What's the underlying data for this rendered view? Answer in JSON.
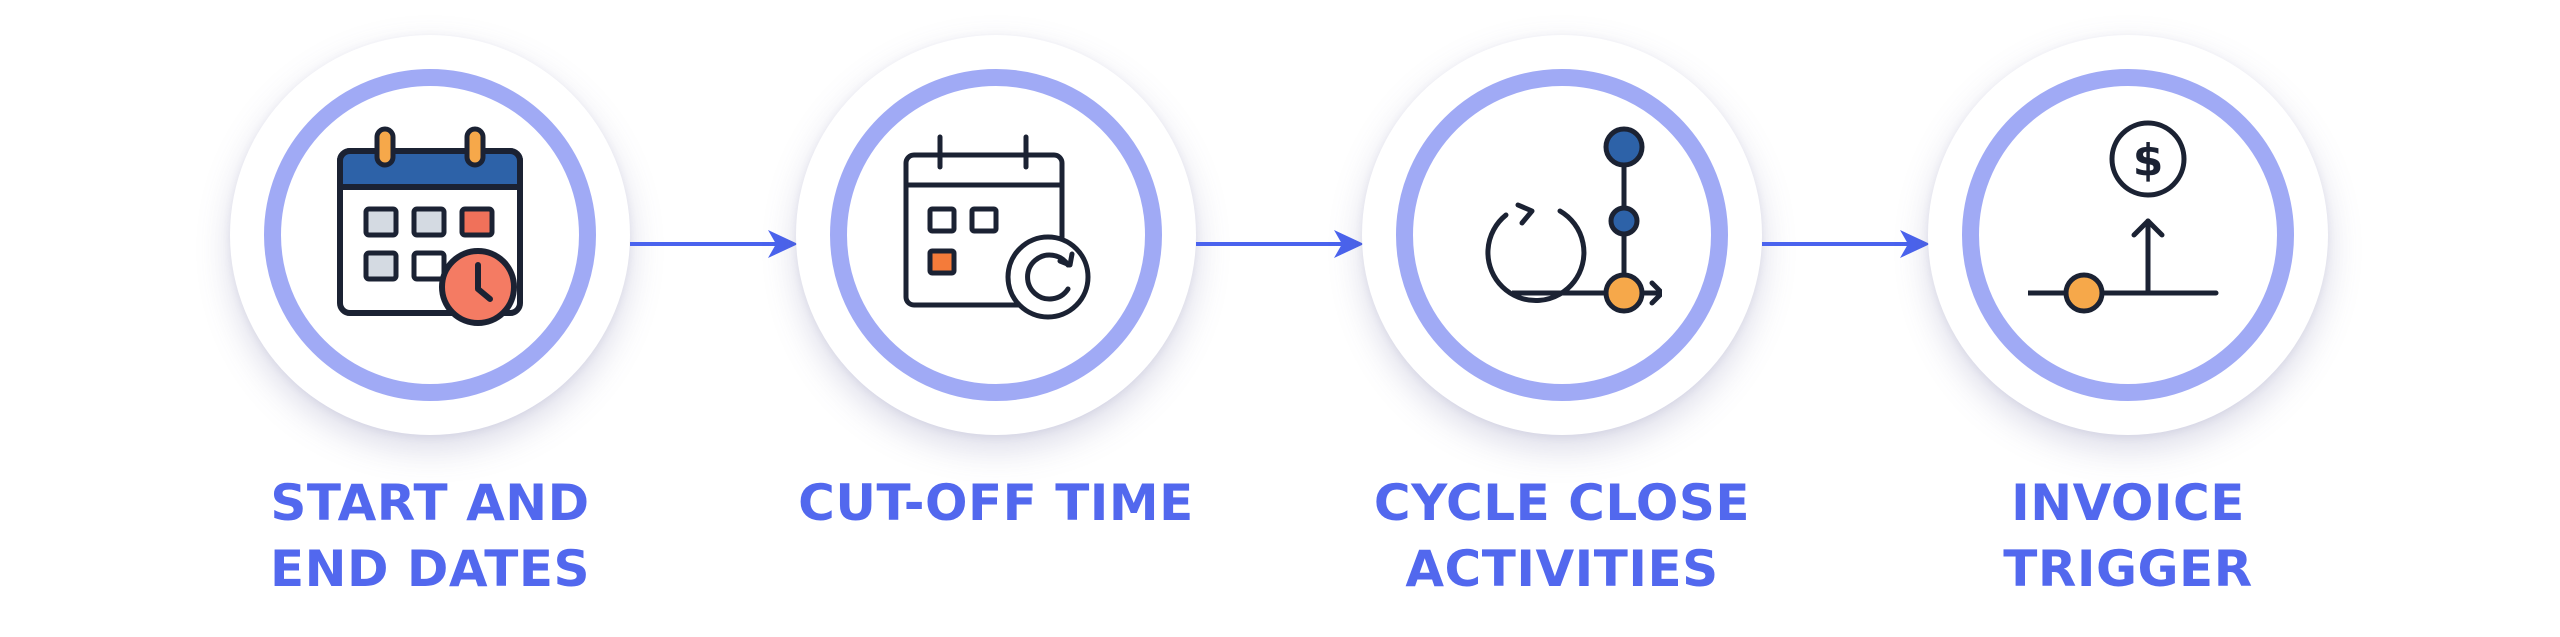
{
  "colors": {
    "label": "#5268ee",
    "ring": "#a0aaf5",
    "arrow": "#4a63ee",
    "icon_outline": "#1b2233",
    "calendar_header": "#2d62a8",
    "accent_orange": "#f6a84a",
    "accent_red": "#f0715a",
    "node_blue": "#2d62a8"
  },
  "steps": [
    {
      "icon": "calendar-clock-icon",
      "label_lines": [
        "START AND",
        "END DATES"
      ]
    },
    {
      "icon": "calendar-refresh-icon",
      "label_lines": [
        "CUT-OFF TIME"
      ]
    },
    {
      "icon": "cycle-flow-icon",
      "label_lines": [
        "CYCLE CLOSE",
        "ACTIVITIES"
      ]
    },
    {
      "icon": "dollar-trigger-icon",
      "label_lines": [
        "INVOICE",
        "TRIGGER"
      ]
    }
  ],
  "connectors": [
    "arrow",
    "arrow",
    "arrow"
  ]
}
